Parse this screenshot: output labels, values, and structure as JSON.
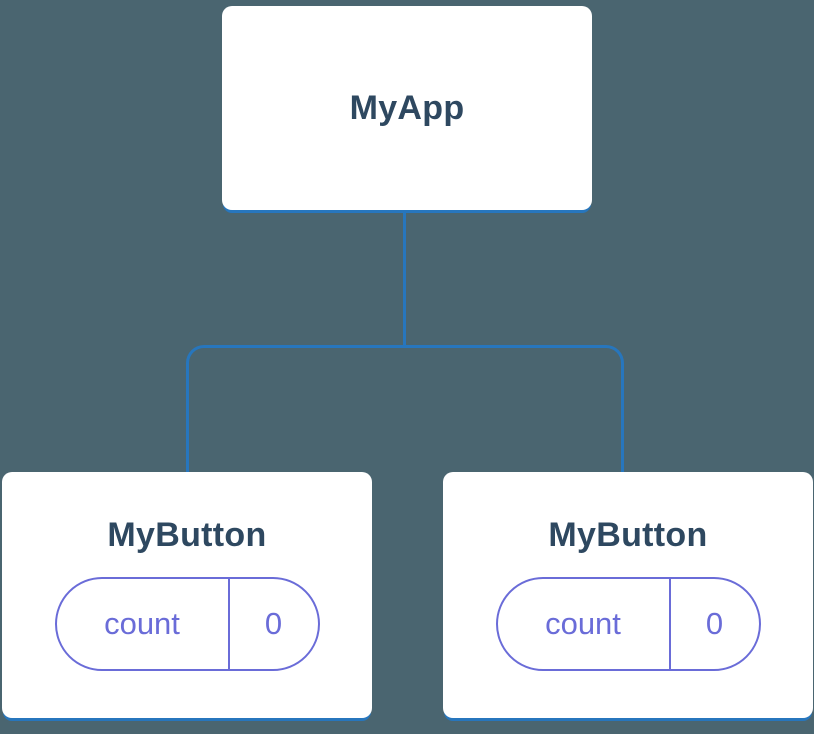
{
  "diagram": {
    "colors": {
      "background": "#4A6570",
      "card_bg": "#FFFFFF",
      "card_text": "#2E4860",
      "connector": "#2776BD",
      "state_accent": "#6A6CD8"
    },
    "root": {
      "label": "MyApp"
    },
    "children": [
      {
        "label": "MyButton",
        "state": {
          "key": "count",
          "value": "0"
        }
      },
      {
        "label": "MyButton",
        "state": {
          "key": "count",
          "value": "0"
        }
      }
    ]
  }
}
